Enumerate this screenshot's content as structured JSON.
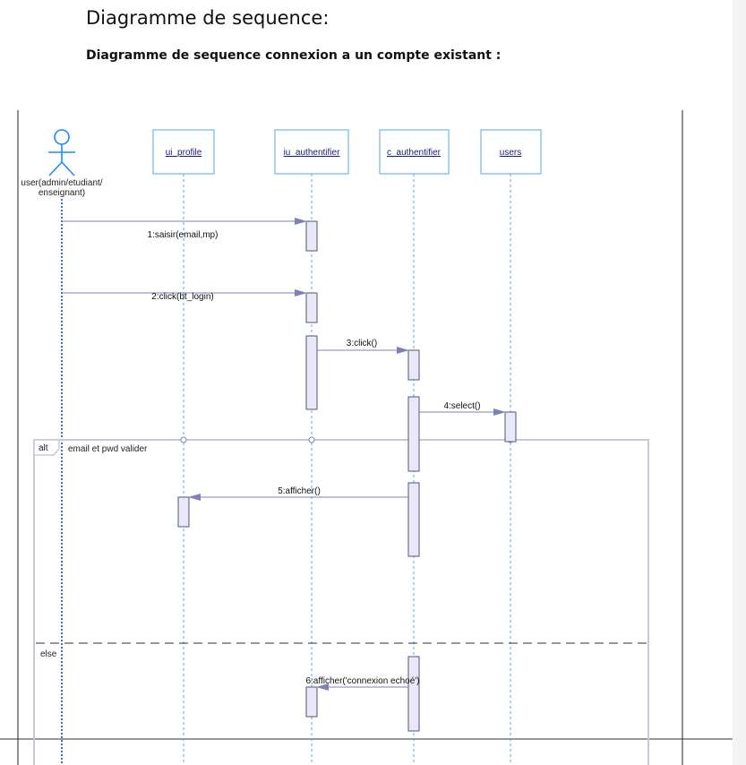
{
  "document": {
    "title": "Diagramme de sequence:",
    "subtitle": "Diagramme de sequence connexion a un compte existant :"
  },
  "actor": {
    "label_line1": "user(admin/etudiant/",
    "label_line2": "enseignant)"
  },
  "participants": [
    {
      "label": "ui_profile"
    },
    {
      "label": "iu_authentifier"
    },
    {
      "label": "c_authentifier"
    },
    {
      "label": "users"
    }
  ],
  "messages": [
    {
      "label": "1:saisir(email,mp)"
    },
    {
      "label": "2:click(bt_login)"
    },
    {
      "label": "3:click()"
    },
    {
      "label": "4:select()"
    },
    {
      "label": "5:afficher()"
    },
    {
      "label": "6:afficher('connexion echoé')"
    }
  ],
  "fragment": {
    "operator": "alt",
    "guard": "email et pwd valider",
    "else_label": "else"
  },
  "colors": {
    "actor": "#1a8cff",
    "participant_border": "#5aa9e6",
    "participant_text": "#1a1a80",
    "lifeline": "#5aa9e6",
    "activation_fill": "#e8e8f8",
    "activation_border": "#555577",
    "message": "#8080b8",
    "fragment": "#c8c8dc"
  }
}
